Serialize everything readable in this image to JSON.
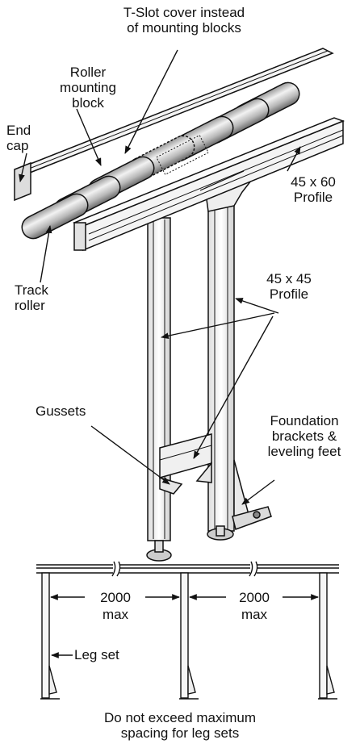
{
  "labels": {
    "tslot": "T-Slot cover instead\nof mounting blocks",
    "roller_block": "Roller\nmounting\nblock",
    "end_cap": "End\ncap",
    "profile_45x60": "45 x 60\nProfile",
    "track_roller": "Track\nroller",
    "profile_45x45": "45 x 45\nProfile",
    "gussets": "Gussets",
    "foundation": "Foundation\nbrackets &\nleveling feet"
  },
  "spacing": {
    "dim1_value": "2000",
    "dim1_unit": "max",
    "dim2_value": "2000",
    "dim2_unit": "max",
    "leg_set": "Leg set",
    "caption": "Do not exceed maximum\nspacing for leg sets"
  },
  "colors": {
    "line": "#111111",
    "roller_light": "#f2f2f2",
    "roller_mid": "#a8a8a8",
    "roller_dark": "#555555",
    "frame_fill": "#f4f4f4"
  }
}
